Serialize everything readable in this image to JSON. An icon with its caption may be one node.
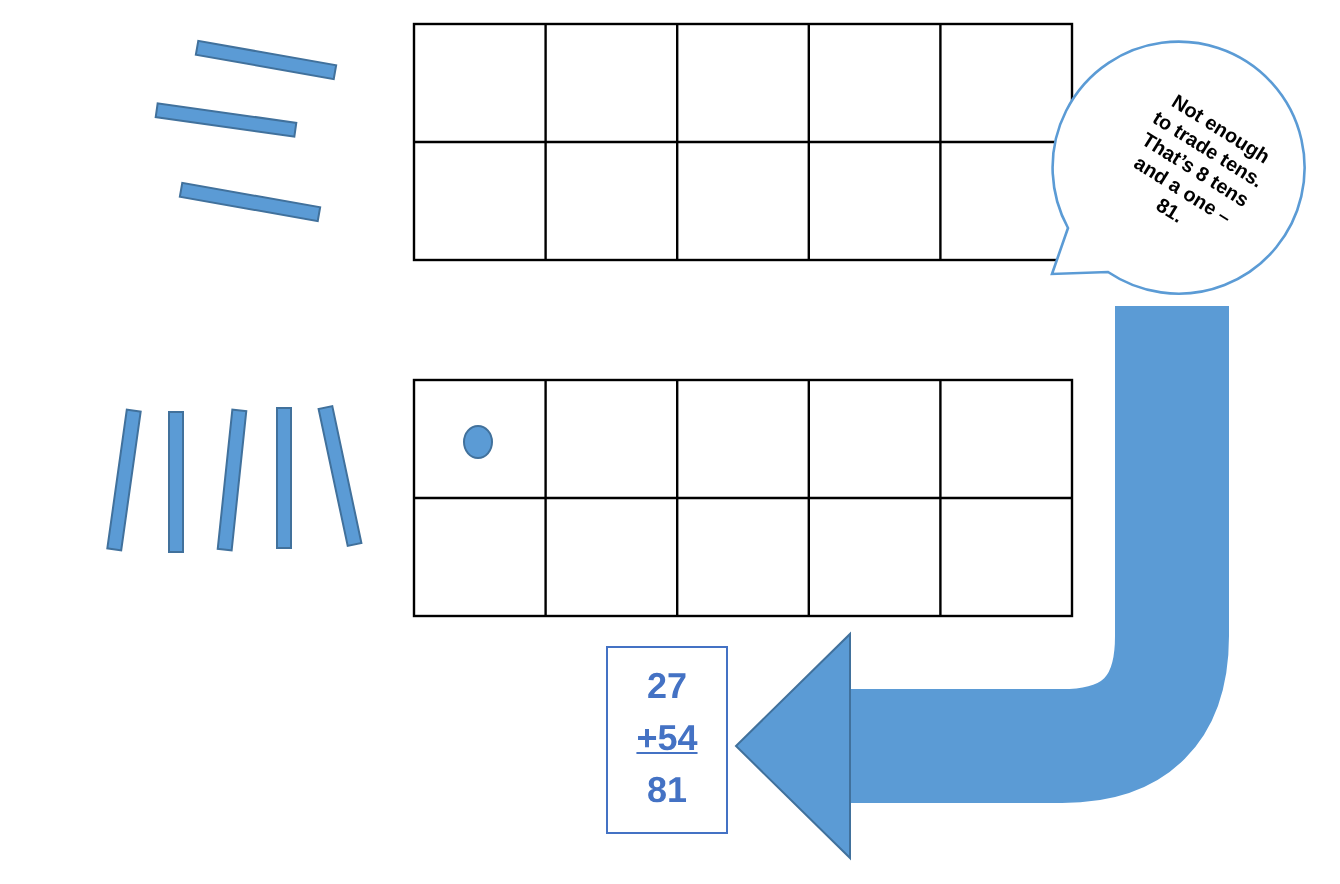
{
  "diagram": {
    "nodes": [
      {
        "text": [
          "Not enough to trade tens. That’s 8 tens and a one – 81."
        ]
      },
      {
        "text": [
          "27",
          "+54",
          "81"
        ]
      }
    ],
    "edges": [
      {
        "from": 0,
        "to": 1,
        "arrow": "to"
      }
    ]
  }
}
